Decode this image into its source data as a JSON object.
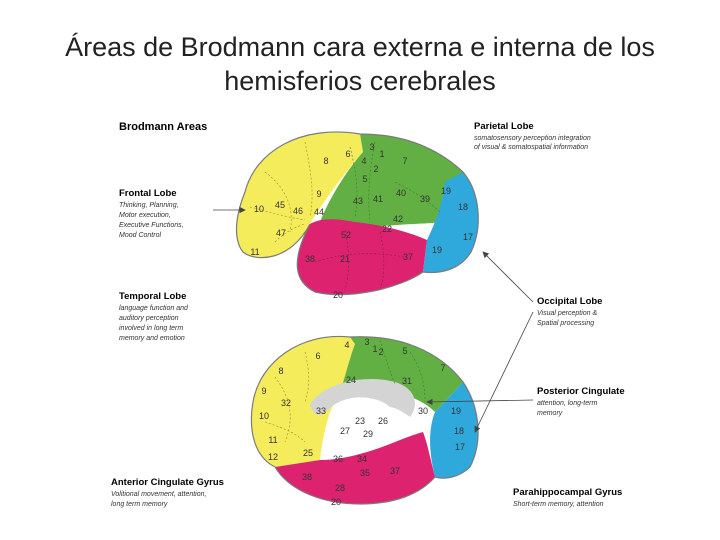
{
  "slide": {
    "title_line1": "Áreas de Brodmann cara externa e interna de los",
    "title_line2": "hemisferios cerebrales"
  },
  "figure": {
    "heading": "Brodmann Areas",
    "callouts": {
      "parietal": {
        "title": "Parietal Lobe",
        "lines": [
          "somatosensory perception integration",
          "of visual & somatospatial information"
        ]
      },
      "frontal": {
        "title": "Frontal Lobe",
        "lines": [
          "Thinking, Planning,",
          "Motor execution,",
          "Executive Functions,",
          "Mood Control"
        ]
      },
      "temporal": {
        "title": "Temporal Lobe",
        "lines": [
          "language function and",
          "auditory perception",
          "involved in long term",
          "memory and emotion"
        ]
      },
      "occipital": {
        "title": "Occipital Lobe",
        "lines": [
          "Visual perception &",
          "Spatial processing"
        ]
      },
      "posterior_cingulate": {
        "title": "Posterior Cingulate",
        "lines": [
          "attention, long-term",
          "memory"
        ]
      },
      "anterior_cingulate": {
        "title": "Anterior Cingulate Gyrus",
        "lines": [
          "Volitional movement, attention,",
          "long term memory"
        ]
      },
      "parahippocampal": {
        "title": "Parahippocampal Gyrus",
        "lines": [
          "Short-term memory, attention"
        ]
      }
    },
    "colors": {
      "frontal": "#f5ec5c",
      "parietal": "#62b043",
      "temporal": "#dd2370",
      "occipital": "#2fa9dc",
      "callosum": "#d4d4d4",
      "outline": "#7a7a7a"
    },
    "lateral_numbers": [
      "8",
      "6",
      "4",
      "3",
      "1",
      "2",
      "5",
      "7",
      "9",
      "40",
      "39",
      "19",
      "18",
      "17",
      "10",
      "45",
      "46",
      "44",
      "43",
      "41",
      "42",
      "22",
      "52",
      "38",
      "21",
      "37",
      "19",
      "11",
      "20",
      "47"
    ],
    "medial_numbers": [
      "6",
      "4",
      "3",
      "1",
      "2",
      "8",
      "5",
      "9",
      "24",
      "31",
      "7",
      "32",
      "33",
      "23",
      "26",
      "30",
      "19",
      "18",
      "17",
      "10",
      "11",
      "27",
      "29",
      "25",
      "12",
      "36",
      "34",
      "38",
      "35",
      "28",
      "37",
      "20"
    ]
  }
}
